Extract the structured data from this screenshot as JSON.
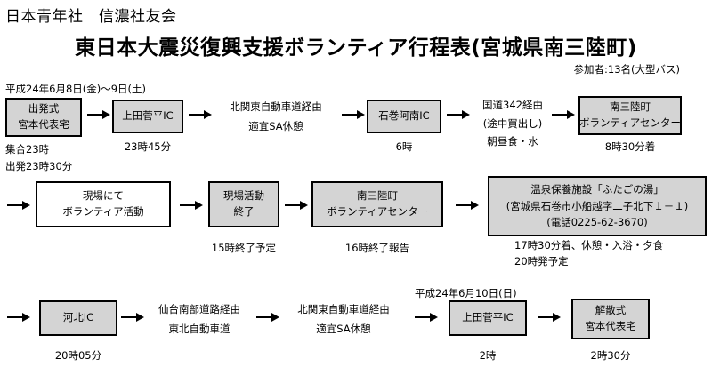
{
  "header": {
    "organization": "日本青年社　信濃社友会",
    "title": "東日本大震災復興支援ボランティア行程表(宮城県南三陸町)",
    "participants": "参加者:13名(大型バス)"
  },
  "row1": {
    "date": "平成24年6月8日(金)～9日(土)",
    "departure_box": [
      "出発式",
      "宮本代表宅"
    ],
    "departure_notes": [
      "集合23時",
      "出発23時30分"
    ],
    "ueda_box": "上田菅平IC",
    "ueda_time": "23時45分",
    "route1": [
      "北関東自動車道経由",
      "適宜SA休憩"
    ],
    "ishinomaki_box": "石巻阿南IC",
    "ishinomaki_time": "6時",
    "route2": [
      "国道342経由",
      "(途中買出し)",
      "朝昼食・水"
    ],
    "center_box": [
      "南三陸町",
      "ボランティアセンター"
    ],
    "center_time": "8時30分着"
  },
  "row2": {
    "activity_box": [
      "現場にて",
      "ボランティア活動"
    ],
    "activity_end_box": [
      "現場活動",
      "終了"
    ],
    "activity_end_time": "15時終了予定",
    "center_box": [
      "南三陸町",
      "ボランティアセンター"
    ],
    "center_time": "16時終了報告",
    "onsen_box": [
      "温泉保養施設「ふたごの湯」",
      "(宮城県石巻市小船越字二子北下１－１)",
      "(電話0225-62-3670)"
    ],
    "onsen_notes": [
      "17時30分着、休憩・入浴・夕食",
      "20時発予定"
    ]
  },
  "row3": {
    "date": "平成24年6月10日(日)",
    "kawakita_box": "河北IC",
    "kawakita_time": "20時05分",
    "route1": [
      "仙台南部道路経由",
      "東北自動車道"
    ],
    "route2": [
      "北関東自動車道経由",
      "適宜SA休憩"
    ],
    "ueda_box": "上田菅平IC",
    "ueda_time": "2時",
    "end_box": [
      "解散式",
      "宮本代表宅"
    ],
    "end_time": "2時30分"
  }
}
